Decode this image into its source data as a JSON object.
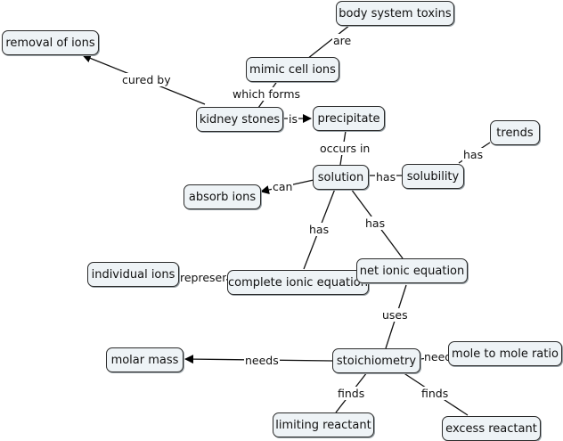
{
  "nodes": {
    "body_system_toxins": "body system toxins",
    "removal_of_ions": "removal of ions",
    "mimic_cell_ions": "mimic cell ions",
    "kidney_stones": "kidney stones",
    "precipitate": "precipitate",
    "trends": "trends",
    "solution": "solution",
    "solubility": "solubility",
    "absorb_ions": "absorb ions",
    "individual_ions": "individual ions",
    "complete_ionic_equation": "complete ionic equation",
    "net_ionic_equation": "net ionic equation",
    "molar_mass": "molar mass",
    "stoichiometry": "stoichiometry",
    "mole_to_mole_ratio": "mole to mole ratio",
    "limiting_reactant": "limiting reactant",
    "excess_reactant": "excess reactant"
  },
  "links": {
    "are": "are",
    "cured_by": "cured by",
    "which_forms": "which forms",
    "is": "is",
    "occurs_in": "occurs in",
    "has_trends": "has",
    "has_solubility": "has",
    "can": "can",
    "has_complete": "has",
    "has_net": "has",
    "represents": "represent",
    "uses": "uses",
    "needs_molar": "needs",
    "needs_ratio": "needs",
    "finds_limiting": "finds",
    "finds_excess": "finds"
  }
}
